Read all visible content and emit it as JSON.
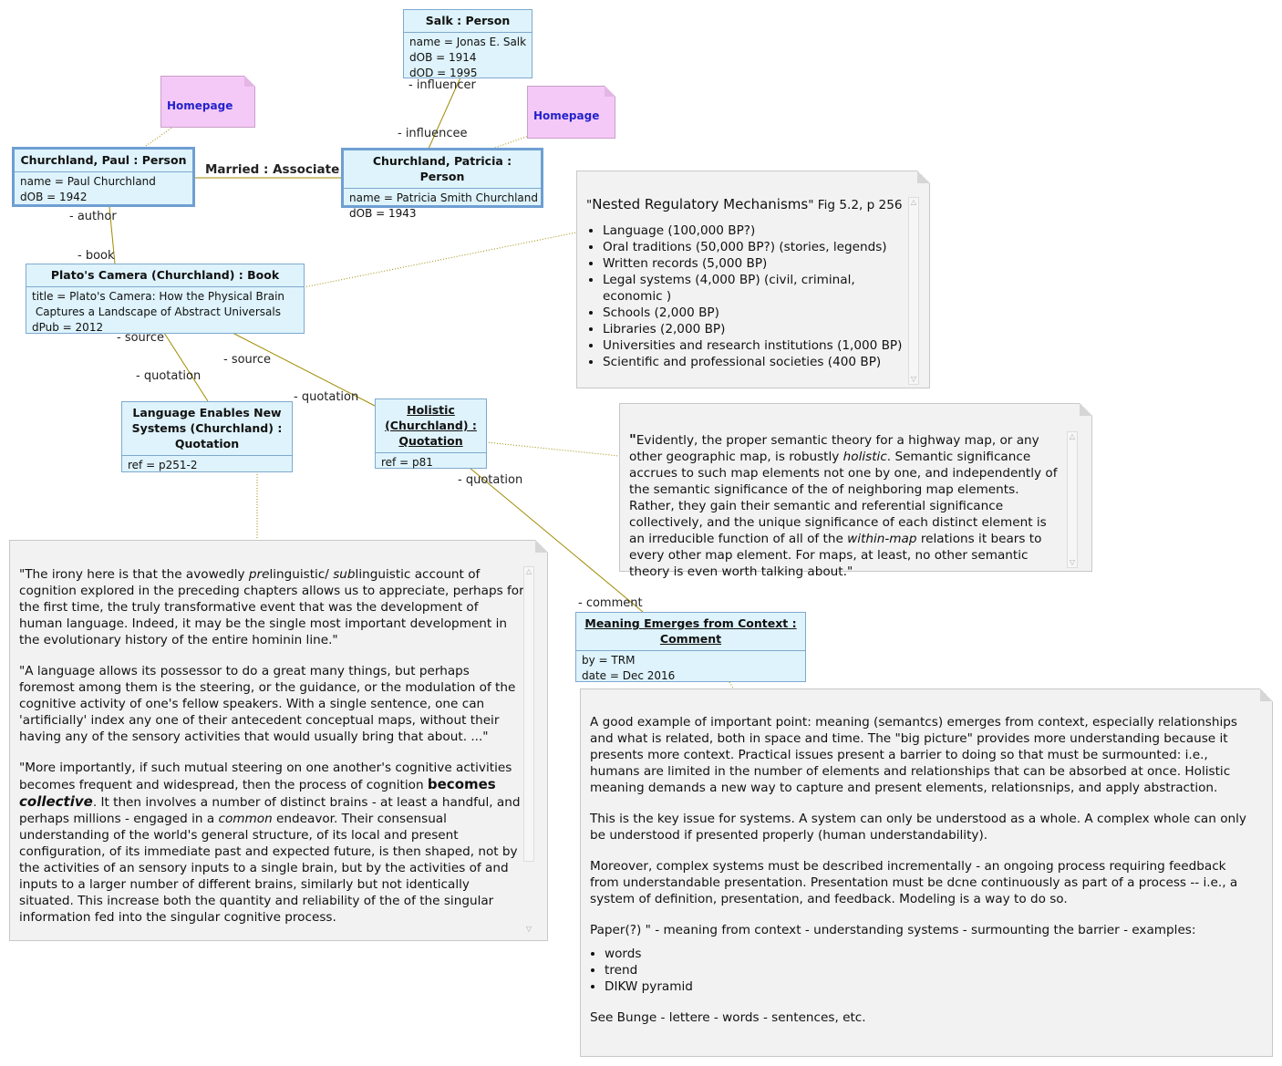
{
  "objects": {
    "salk": {
      "title": "Salk : Person",
      "attrs": [
        "name = Jonas E. Salk",
        "dOB = 1914",
        "dOD = 1995"
      ]
    },
    "paul": {
      "title": "Churchland, Paul : Person",
      "attrs": [
        "name = Paul Churchland",
        "dOB = 1942"
      ]
    },
    "patricia": {
      "title": "Churchland, Patricia : Person",
      "attrs": [
        "name = Patricia Smith Churchland",
        "dOB = 1943"
      ]
    },
    "book": {
      "title": "Plato's Camera (Churchland) : Book",
      "attrs": [
        "title = Plato's Camera: How the Physical Brain",
        " Captures a Landscape of Abstract Universals",
        "dPub = 2012"
      ]
    },
    "language_quote": {
      "title_lines": [
        "Language Enables New",
        "Systems (Churchland) :",
        "Quotation"
      ],
      "attrs": [
        "ref = p251-2"
      ]
    },
    "holistic_quote": {
      "title_lines": [
        "Holistic",
        "(Churchland) :",
        "Quotation"
      ],
      "attrs": [
        "ref = p81"
      ]
    },
    "meaning_comment": {
      "title_lines": [
        "Meaning Emerges from Context :",
        "Comment"
      ],
      "attrs": [
        "by = TRM",
        "date = Dec 2016"
      ]
    }
  },
  "homepage_notes": [
    "Homepage",
    "Homepage"
  ],
  "labels": {
    "influencer": "- influencer",
    "influencee": "- influencee",
    "married": "Married : Associate",
    "author": "- author",
    "book": "- book",
    "source1": "- source",
    "source2": "- source",
    "quotation1": "- quotation",
    "quotation2": "- quotation",
    "quotation3": "- quotation",
    "comment": "- comment"
  },
  "notes": {
    "nested": {
      "title": "Nested Regulatory Mechanisms",
      "title_suffix": " Fig 5.2, p 256",
      "items": [
        "Language (100,000 BP?)",
        "Oral traditions (50,000 BP?) (stories, legends)",
        "Written records (5,000 BP)",
        "Legal systems (4,000 BP) (civil, criminal, economic )",
        "Schools (2,000 BP)",
        "Libraries (2,000 BP)",
        "Universities and research institutions (1,000 BP)",
        "Scientific and professional societies (400 BP)"
      ]
    },
    "holistic": {
      "p1": "Evidently, the proper semantic theory for a highway map, or any other geographic map, is robustly ",
      "em": "holistic",
      "p2": ". Semantic significance accrues to such map elements not one by one, and independently of the semantic significance of the of neighboring map elements. Rather, they gain their semantic and referential significance collectively, and the unique significance of each distinct element is an irreducible function of all of the ",
      "em2": "within-map",
      "p3": " relations it bears to every other map element. For maps, at least, no other semantic theory is even worth talking about.\""
    },
    "irony": {
      "a1": "\"The irony here is that the avowedly ",
      "a_em1": "pre",
      "a2": "linguistic/ ",
      "a_em2": "sub",
      "a3": "linguistic account of cognition explored in the preceding chapters allows us to appreciate, perhaps for the first time, the truly transformative event that was the development of human language. Indeed, it may be the single most important development in the evolutionary history of the entire hominin line.\"",
      "b": "\"A language allows its possessor to do a great many things, but perhaps foremost among them is the steering, or the guidance, or the modulation of the cognitive activity of one's fellow speakers. With a single sentence, one can 'artificially' index any one of their antecedent conceptual maps, without their having any of the sensory activities that would usually bring that about. ...\"",
      "c1": "\"More importantly, if such mutual steering on one another's cognitive activities becomes frequent and widespread, then the process of cognition ",
      "c_b": "becomes",
      "c_bi": "collective",
      "c2": ". It then involves a number of distinct brains - at least a handful, and perhaps millions - engaged in a ",
      "c_em": "common",
      "c3": " endeavor. Their consensual understanding of the world's general structure, of its local and present configuration, of its immediate past and expected future, is then shaped, not by the activities of an sensory inputs to a single brain, but by the activities of and inputs to a larger number of different brains, similarly but not identically situated. This increase both the quantity and reliability of the of the singular information fed into the singular cognitive process."
    },
    "comment": {
      "p1": "A good example of important point: meaning (semantcs) emerges from context, especially relationships and what is related, both in space and time. The \"big picture\" provides more understanding because it presents more context. Practical issues present a barrier to doing so that must be surmounted: i.e., humans are limited in the number of elements and relationships that can be absorbed at once. Holistic meaning demands a new way to capture and present elements, relationsnips, and apply abstraction.",
      "p2": "This is the key issue for systems. A system can only be understood as a whole. A complex whole can only be understood if presented properly (human understandability).",
      "p3": "Moreover, complex systems must be described incrementally - an ongoing process requiring feedback from understandable presentation. Presentation must be dcne continuously as part of a process -- i.e., a system of definition, presentation, and feedback. Modeling is a way to do so.",
      "p4": "Paper(?) \" - meaning from context - understanding systems - surmounting the barrier - examples:",
      "items": [
        "words",
        "trend",
        "DIKW pyramid"
      ],
      "p5": "See Bunge - lettere - words - sentences, etc."
    }
  }
}
